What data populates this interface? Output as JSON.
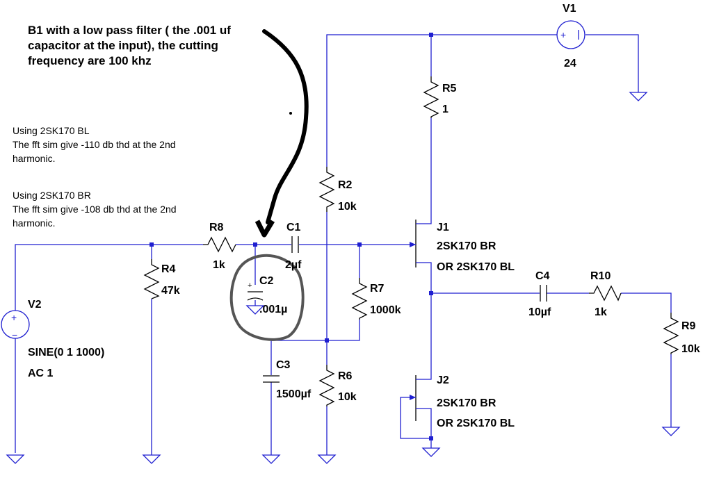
{
  "notes": {
    "b1": [
      "B1 with a low pass filter ( the .001 uf",
      "capacitor at the input), the cutting",
      "frequency are 100 khz"
    ],
    "bl": [
      "Using 2SK170 BL",
      "The fft sim give -110 db thd at the 2nd",
      "harmonic."
    ],
    "br": [
      "Using 2SK170 BR",
      "The fft sim give -108 db thd at the 2nd",
      "harmonic."
    ]
  },
  "components": {
    "v1": {
      "name": "V1",
      "value": "24"
    },
    "v2": {
      "name": "V2",
      "value": "SINE(0 1 1000)",
      "ac": "AC 1"
    },
    "r2": {
      "name": "R2",
      "value": "10k"
    },
    "r4": {
      "name": "R4",
      "value": "47k"
    },
    "r5": {
      "name": "R5",
      "value": "1"
    },
    "r6": {
      "name": "R6",
      "value": "10k"
    },
    "r7": {
      "name": "R7",
      "value": "1000k"
    },
    "r8": {
      "name": "R8",
      "value": "1k"
    },
    "r9": {
      "name": "R9",
      "value": "10k"
    },
    "r10": {
      "name": "R10",
      "value": "1k"
    },
    "c1": {
      "name": "C1",
      "value": "2µf"
    },
    "c2": {
      "name": "C2",
      "value": ".001µ"
    },
    "c3": {
      "name": "C3",
      "value": "1500µf"
    },
    "c4": {
      "name": "C4",
      "value": "10µf"
    },
    "j1": {
      "name": "J1",
      "value": "2SK170 BR",
      "alt": "OR  2SK170 BL"
    },
    "j2": {
      "name": "J2",
      "value": "2SK170 BR",
      "alt": "OR  2SK170 BL"
    }
  },
  "colors": {
    "wire": "#1f1fd0",
    "component": "#000000",
    "annotation_circle": "#555555"
  }
}
